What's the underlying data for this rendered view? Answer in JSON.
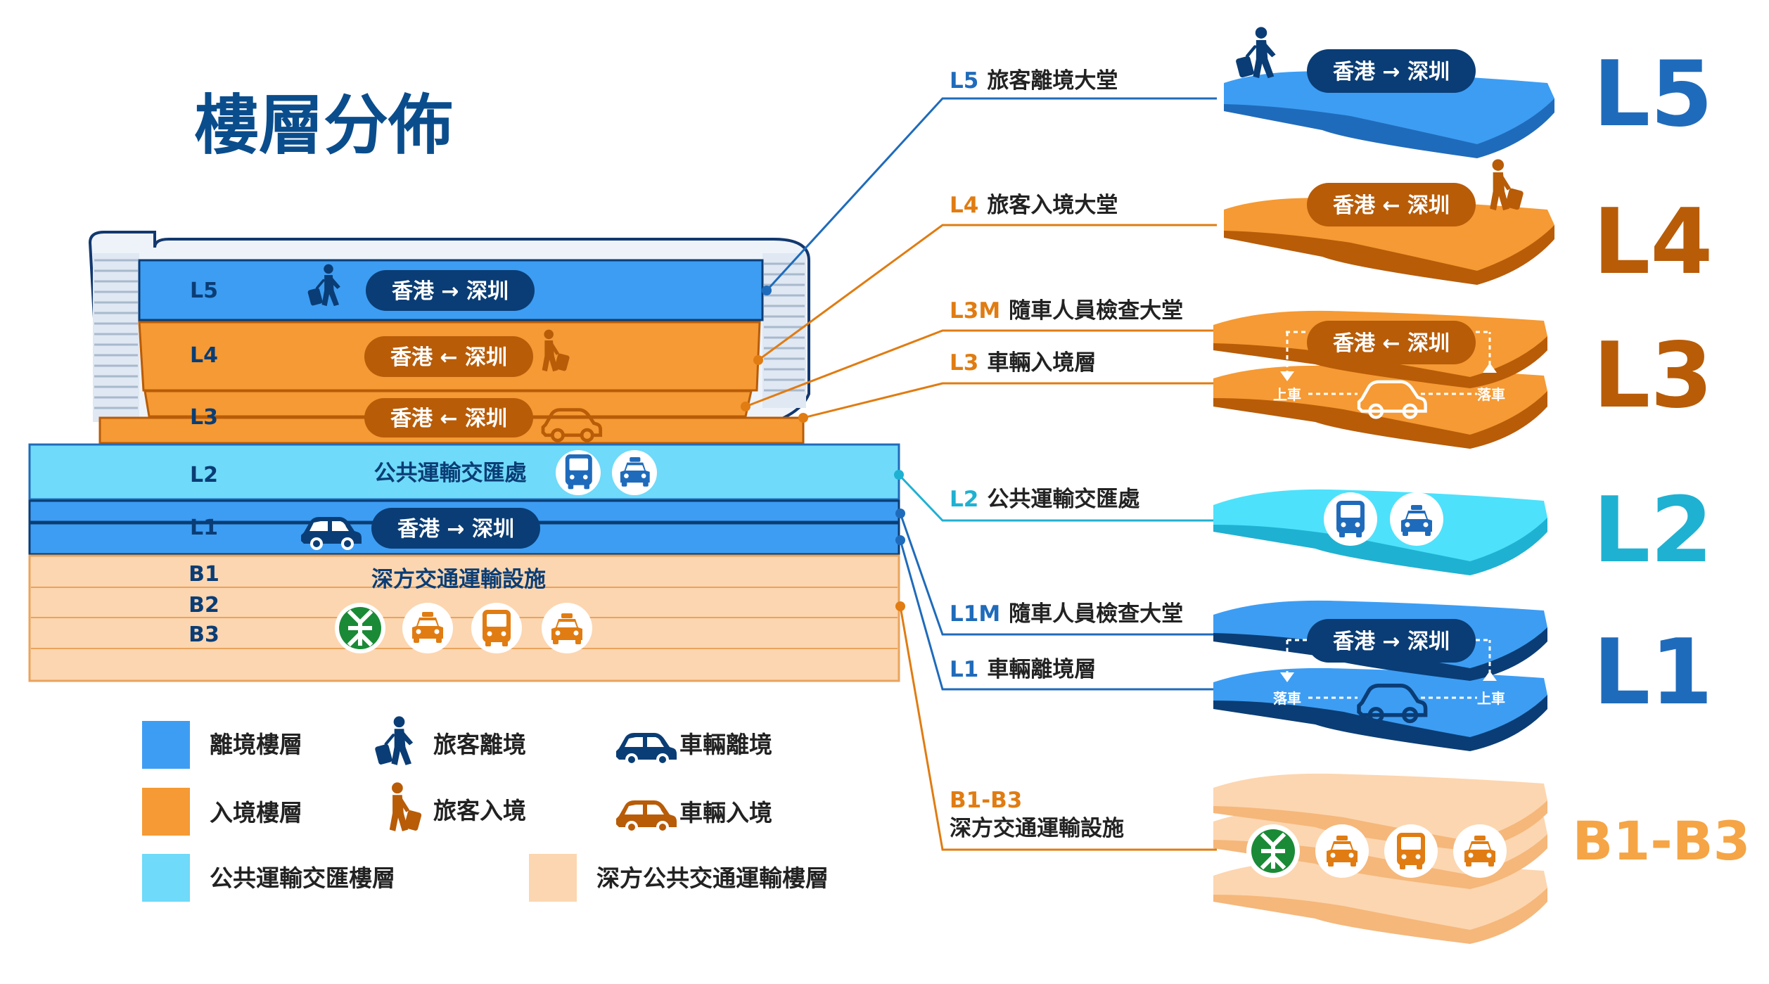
{
  "title": "樓層分佈",
  "colors": {
    "departure": "#3d9df3",
    "departure_dark": "#0a3d75",
    "arrival": "#f59a34",
    "arrival_dark": "#b85c08",
    "transport": "#6fdaf9",
    "shenzhen": "#fcd6b0",
    "l5_big": "#1f6bbb",
    "l4_big": "#b85c08",
    "l2_big": "#1fb1d2",
    "b_big": "#f5a545"
  },
  "building": {
    "floors": [
      {
        "code": "L5",
        "pill": "香港 → 深圳",
        "icon": "person-departure-icon"
      },
      {
        "code": "L4",
        "pill": "香港 ← 深圳",
        "icon": "person-arrival-icon"
      },
      {
        "code": "L3",
        "pill": "香港 ← 深圳",
        "icon": "car-arrival-icon"
      },
      {
        "code": "L2",
        "label": "公共運輸交匯處"
      },
      {
        "code": "L1",
        "pill": "香港 → 深圳",
        "icon": "car-departure-icon"
      },
      {
        "code": "B1"
      },
      {
        "code": "B2",
        "label": "深方交通運輸設施"
      },
      {
        "code": "B3"
      }
    ]
  },
  "callouts": {
    "l5": {
      "code": "L5",
      "text": "旅客離境大堂"
    },
    "l4": {
      "code": "L4",
      "text": "旅客入境大堂"
    },
    "l3m": {
      "code": "L3M",
      "text": "隨車人員檢查大堂"
    },
    "l3": {
      "code": "L3",
      "text": "車輛入境層"
    },
    "l2": {
      "code": "L2",
      "text": "公共運輸交匯處"
    },
    "l1m": {
      "code": "L1M",
      "text": "隨車人員檢查大堂"
    },
    "l1": {
      "code": "L1",
      "text": "車輛離境層"
    },
    "b": {
      "code": "B1-B3",
      "text": "深方交通運輸設施"
    }
  },
  "plates": {
    "l5": {
      "pill": "香港 → 深圳",
      "big": "L5"
    },
    "l4": {
      "pill": "香港 ← 深圳",
      "big": "L4"
    },
    "l3": {
      "pill": "香港 ← 深圳",
      "big": "L3",
      "left_tag": "上車",
      "right_tag": "落車"
    },
    "l2": {
      "big": "L2"
    },
    "l1": {
      "pill": "香港 → 深圳",
      "big": "L1",
      "left_tag": "落車",
      "right_tag": "上車"
    },
    "b": {
      "big": "B1-B3"
    }
  },
  "legend": [
    {
      "label": "離境樓層"
    },
    {
      "label": "旅客離境"
    },
    {
      "label": "車輛離境"
    },
    {
      "label": "入境樓層"
    },
    {
      "label": "旅客入境"
    },
    {
      "label": "車輛入境"
    },
    {
      "label": "公共運輸交匯樓層"
    },
    {
      "label": "深方公共交通運輸樓層"
    }
  ]
}
